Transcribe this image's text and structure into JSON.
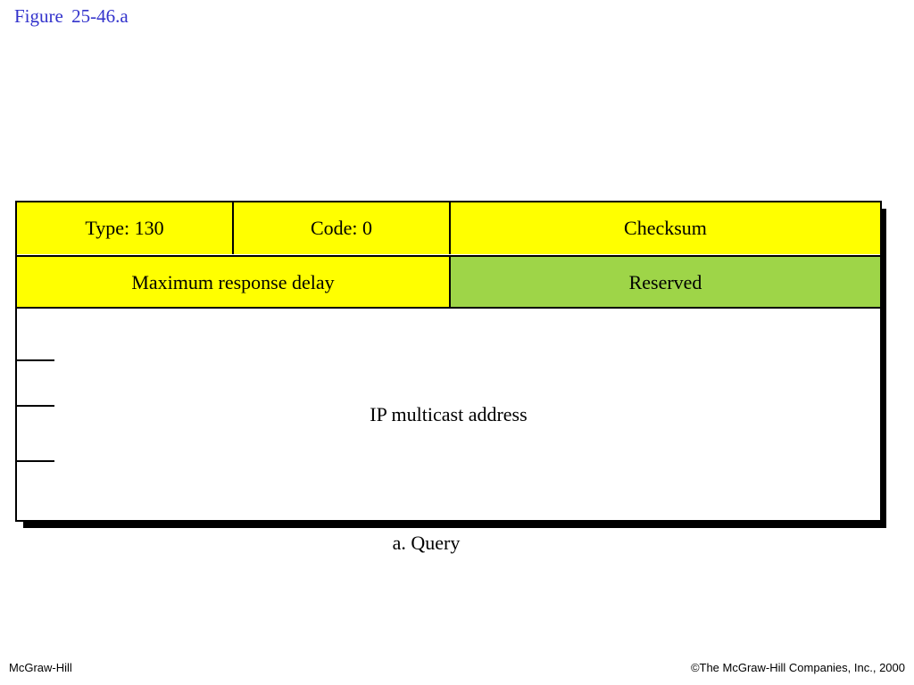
{
  "slide": {
    "title": "Figure  25-46.a"
  },
  "packet": {
    "row1": {
      "type": "Type: 130",
      "code": "Code: 0",
      "checksum": "Checksum"
    },
    "row2": {
      "max_response_delay": "Maximum response delay",
      "reserved": "Reserved"
    },
    "address": "IP multicast address"
  },
  "caption": "a. Query",
  "footer": {
    "left": "McGraw-Hill",
    "right": "©The McGraw-Hill Companies, Inc., 2000"
  },
  "colors": {
    "title": "#3333cc",
    "header_fields": "#ffff00",
    "reserved_field": "#9ed548"
  }
}
